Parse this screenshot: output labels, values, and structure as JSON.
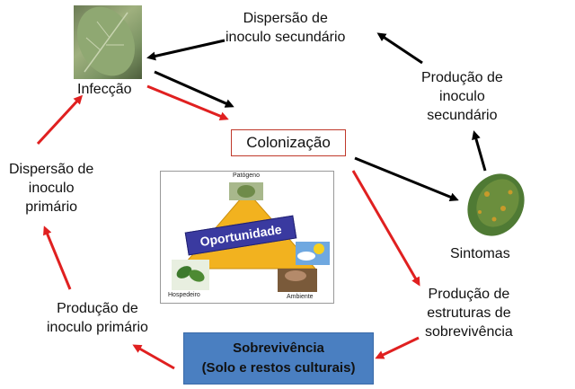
{
  "nodes": {
    "infeccao": "Infecção",
    "colonizacao": "Colonização",
    "dispersao_secundario": [
      "Dispersão de",
      "inoculo secundário"
    ],
    "producao_secundario": [
      "Produção de",
      "inoculo",
      "secundário"
    ],
    "sintomas": "Sintomas",
    "producao_estruturas": [
      "Produção de",
      "estruturas de",
      "sobrevivência"
    ],
    "sobrevivencia": [
      "Sobrevivência",
      "(Solo e restos culturais)"
    ],
    "producao_primario": [
      "Produção de",
      "inoculo primário"
    ],
    "dispersao_primario": [
      "Dispersão de",
      "inoculo",
      "primário"
    ]
  },
  "triangle": {
    "top_label": "Patógeno",
    "left_label": "Hospedeiro",
    "right_label": "Ambiente",
    "banner": "Oportunidade"
  },
  "colors": {
    "primary_cycle_arrow": "#e02020",
    "secondary_cycle_arrow": "#000000",
    "colonizacao_border": "#c0392b",
    "sobrevivencia_fill": "#4a7fc1",
    "triangle_fill": "#f2b21f",
    "banner_fill": "#3a3aa0"
  }
}
